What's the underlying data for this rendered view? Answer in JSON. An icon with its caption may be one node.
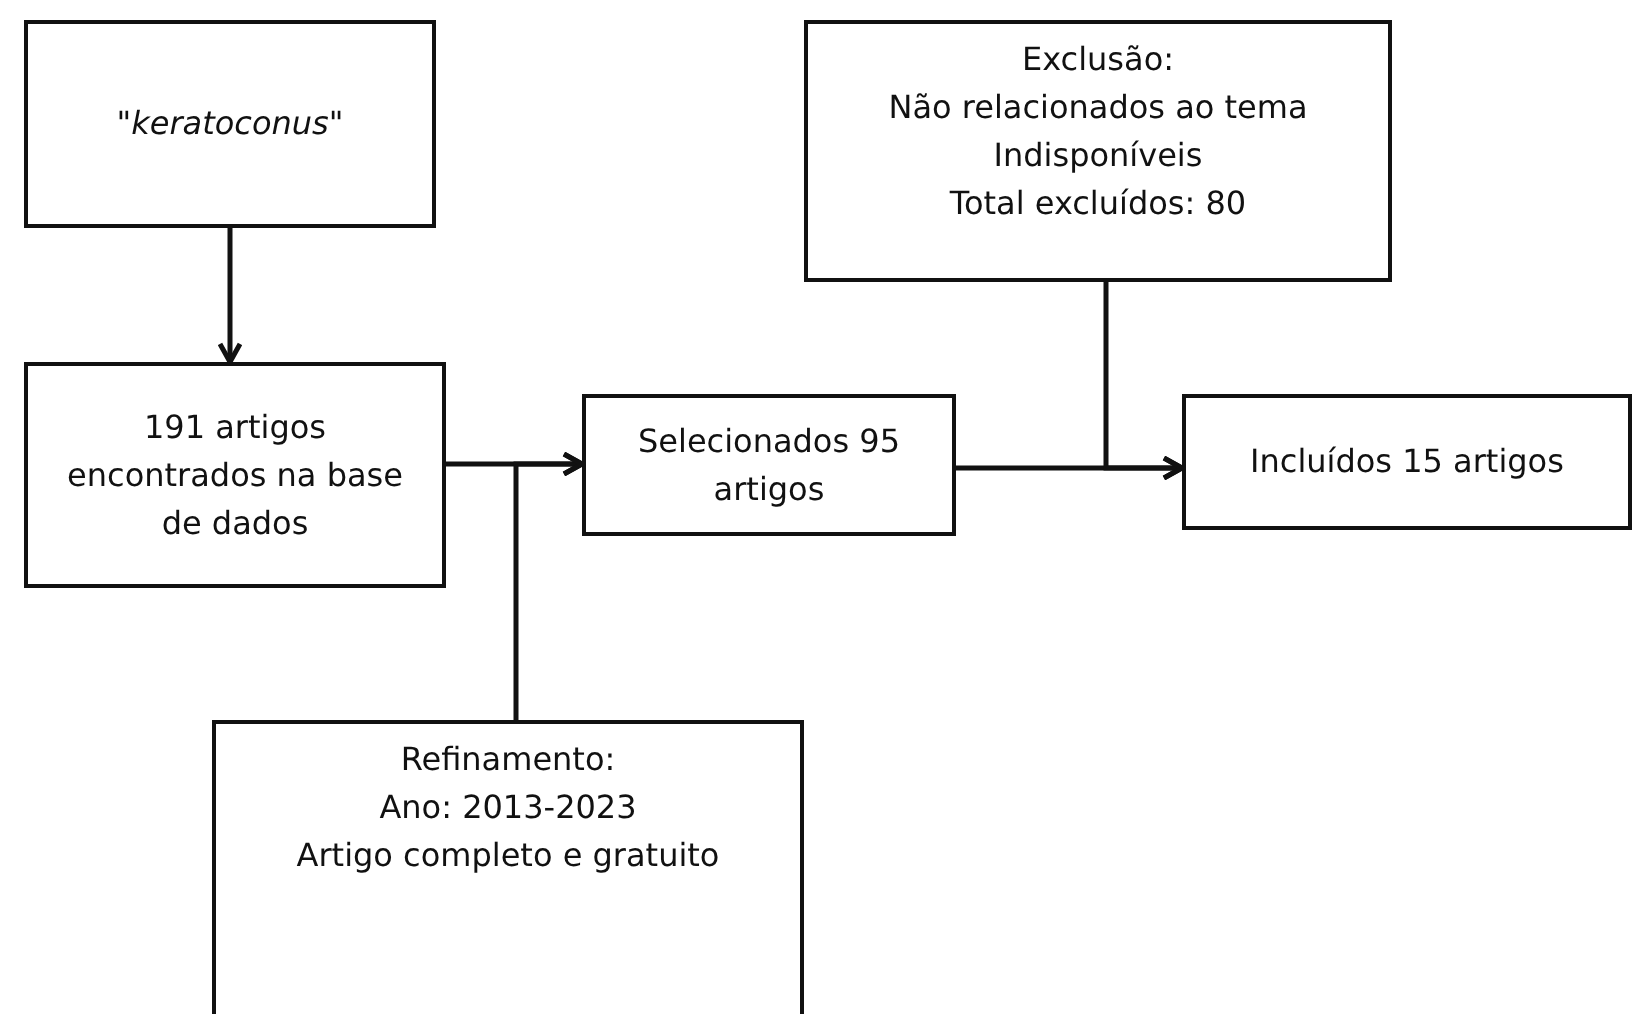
{
  "diagram": {
    "nodes": [
      {
        "text": [
          "\"keratoconus\""
        ]
      },
      {
        "text": [
          "191 artigos encontrados na base de dados"
        ]
      },
      {
        "text": [
          "Selecionados 95 artigos"
        ]
      },
      {
        "text": [
          "Exclusão:",
          "Não relacionados ao tema",
          "Indisponíveis",
          "Total excluídos: 80"
        ]
      },
      {
        "text": [
          "Incluídos 15 artigos"
        ]
      },
      {
        "text": [
          "Refinamento:",
          "Ano: 2013-2023",
          "Artigo completo e gratuito"
        ]
      }
    ],
    "edges": [
      {
        "from": 0,
        "to": 1,
        "arrow": "to"
      },
      {
        "from": 1,
        "to": 2,
        "arrow": "to"
      },
      {
        "from": 5,
        "to": 2,
        "arrow": "to"
      },
      {
        "from": 2,
        "to": 4,
        "arrow": "to"
      },
      {
        "from": 3,
        "to": 4,
        "arrow": "to"
      }
    ]
  }
}
